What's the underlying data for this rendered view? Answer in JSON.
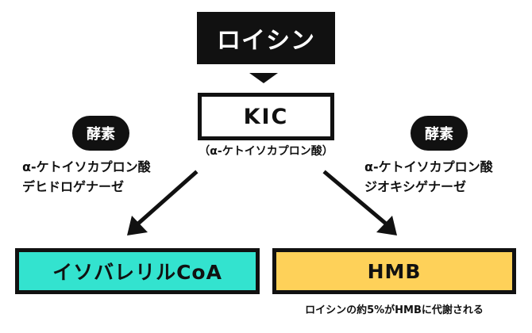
{
  "nodes": {
    "top": "ロイシン",
    "middle": "KIC",
    "middle_sub": "（α-ケトイソカプロン酸）",
    "left": "イソバレリルCoA",
    "right": "HMB"
  },
  "enzymes": {
    "left": {
      "badge": "酵素",
      "line1": "α-ケトイソカプロン酸",
      "line2": "デヒドロゲナーゼ"
    },
    "right": {
      "badge": "酵素",
      "line1": "α-ケトイソカプロン酸",
      "line2": "ジオキシゲナーゼ"
    }
  },
  "note": "ロイシンの約5%がHMBに代謝される",
  "colors": {
    "left_box": "#33e3cf",
    "right_box": "#fed159",
    "ink": "#111111"
  }
}
